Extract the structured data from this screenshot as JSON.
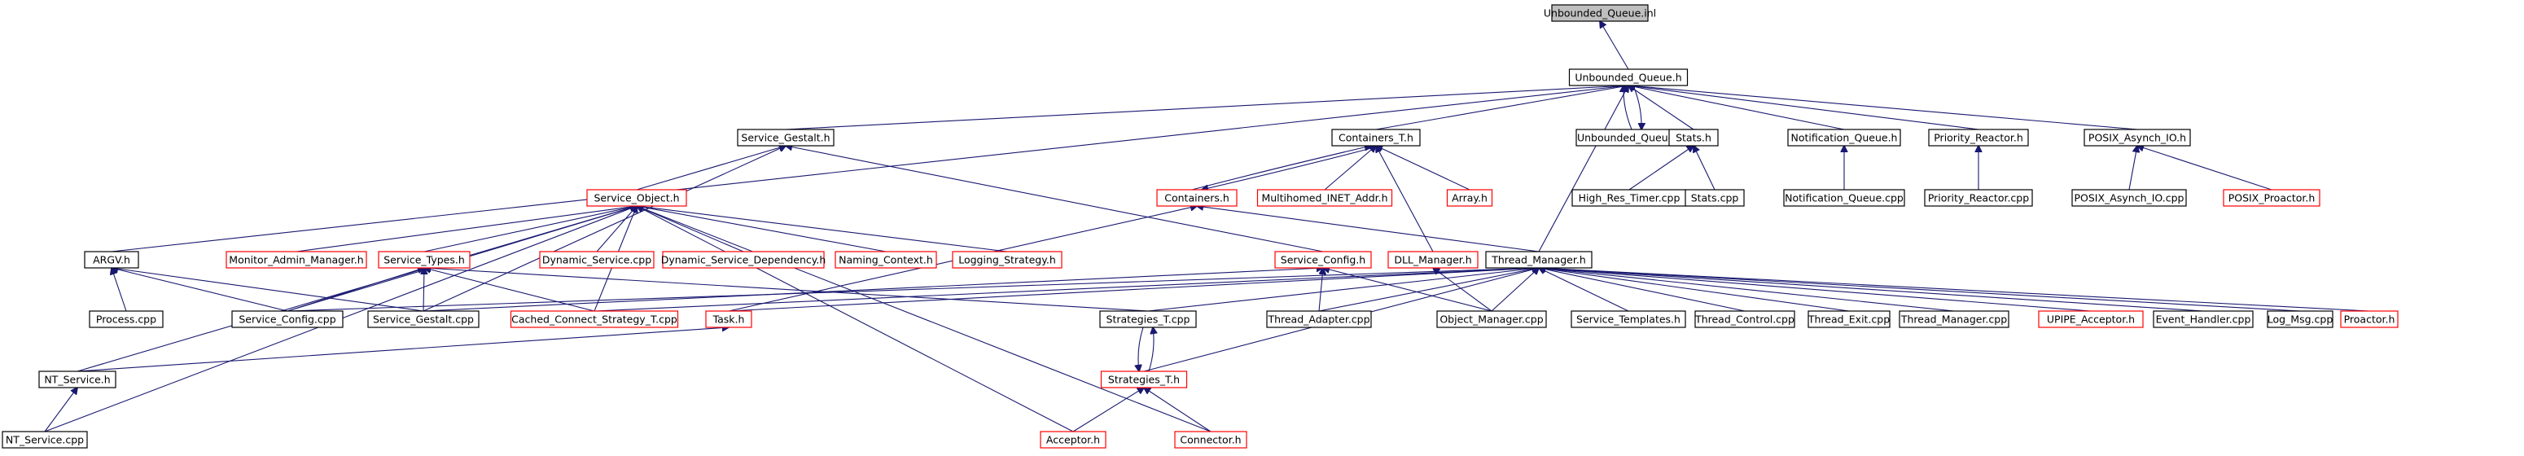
{
  "diagram": {
    "nodes": [
      {
        "id": "uq_inl",
        "label": "Unbounded_Queue.inl",
        "root": true
      },
      {
        "id": "uq_h",
        "label": "Unbounded_Queue.h"
      },
      {
        "id": "service_gestalt_h",
        "label": "Service_Gestalt.h"
      },
      {
        "id": "containers_t_h",
        "label": "Containers_T.h"
      },
      {
        "id": "uq_cpp",
        "label": "Unbounded_Queue.cpp"
      },
      {
        "id": "stats_h",
        "label": "Stats.h"
      },
      {
        "id": "notif_queue_h",
        "label": "Notification_Queue.h"
      },
      {
        "id": "priority_reactor_h",
        "label": "Priority_Reactor.h"
      },
      {
        "id": "posix_asynch_io_h",
        "label": "POSIX_Asynch_IO.h"
      },
      {
        "id": "service_object_h",
        "label": "Service_Object.h",
        "red": true
      },
      {
        "id": "containers_h",
        "label": "Containers.h",
        "red": true
      },
      {
        "id": "multihomed_h",
        "label": "Multihomed_INET_Addr.h",
        "red": true
      },
      {
        "id": "array_h",
        "label": "Array.h",
        "red": true
      },
      {
        "id": "high_res_timer_cpp",
        "label": "High_Res_Timer.cpp"
      },
      {
        "id": "stats_cpp",
        "label": "Stats.cpp"
      },
      {
        "id": "notif_queue_cpp",
        "label": "Notification_Queue.cpp"
      },
      {
        "id": "priority_reactor_cpp",
        "label": "Priority_Reactor.cpp"
      },
      {
        "id": "posix_asynch_io_cpp",
        "label": "POSIX_Asynch_IO.cpp"
      },
      {
        "id": "posix_proactor_h",
        "label": "POSIX_Proactor.h",
        "red": true
      },
      {
        "id": "argv_h",
        "label": "ARGV.h"
      },
      {
        "id": "monitor_admin_h",
        "label": "Monitor_Admin_Manager.h",
        "red": true
      },
      {
        "id": "service_types_h",
        "label": "Service_Types.h",
        "red": true
      },
      {
        "id": "dynamic_service_cpp",
        "label": "Dynamic_Service.cpp",
        "red": true
      },
      {
        "id": "dyn_svc_dep_h",
        "label": "Dynamic_Service_Dependency.h",
        "red": true
      },
      {
        "id": "naming_context_h",
        "label": "Naming_Context.h",
        "red": true
      },
      {
        "id": "logging_strategy_h",
        "label": "Logging_Strategy.h",
        "red": true
      },
      {
        "id": "service_config_h",
        "label": "Service_Config.h",
        "red": true
      },
      {
        "id": "dll_manager_h",
        "label": "DLL_Manager.h",
        "red": true
      },
      {
        "id": "thread_manager_h",
        "label": "Thread_Manager.h"
      },
      {
        "id": "process_cpp",
        "label": "Process.cpp"
      },
      {
        "id": "service_config_cpp",
        "label": "Service_Config.cpp"
      },
      {
        "id": "service_gestalt_cpp",
        "label": "Service_Gestalt.cpp"
      },
      {
        "id": "cached_connect_h",
        "label": "Cached_Connect_Strategy_T.cpp",
        "red": true
      },
      {
        "id": "task_h",
        "label": "Task.h",
        "red": true
      },
      {
        "id": "strategies_t_cpp",
        "label": "Strategies_T.cpp"
      },
      {
        "id": "thread_adapter_cpp",
        "label": "Thread_Adapter.cpp"
      },
      {
        "id": "object_manager_cpp",
        "label": "Object_Manager.cpp"
      },
      {
        "id": "service_templates_h",
        "label": "Service_Templates.h"
      },
      {
        "id": "thread_control_cpp",
        "label": "Thread_Control.cpp"
      },
      {
        "id": "thread_exit_cpp",
        "label": "Thread_Exit.cpp"
      },
      {
        "id": "thread_manager_cpp",
        "label": "Thread_Manager.cpp"
      },
      {
        "id": "upipe_acceptor_h",
        "label": "UPIPE_Acceptor.h",
        "red": true
      },
      {
        "id": "event_handler_cpp",
        "label": "Event_Handler.cpp"
      },
      {
        "id": "log_msg_cpp",
        "label": "Log_Msg.cpp"
      },
      {
        "id": "proactor_h",
        "label": "Proactor.h",
        "red": true
      },
      {
        "id": "nt_service_h",
        "label": "NT_Service.h"
      },
      {
        "id": "strategies_t_h",
        "label": "Strategies_T.h",
        "red": true
      },
      {
        "id": "nt_service_cpp",
        "label": "NT_Service.cpp"
      },
      {
        "id": "acceptor_h",
        "label": "Acceptor.h",
        "red": true
      },
      {
        "id": "connector_h",
        "label": "Connector.h",
        "red": true
      }
    ],
    "edges": [
      [
        "uq_h",
        "uq_inl"
      ],
      [
        "service_gestalt_h",
        "uq_h"
      ],
      [
        "containers_t_h",
        "uq_h"
      ],
      [
        "uq_cpp",
        "uq_h"
      ],
      [
        "uq_h",
        "uq_cpp"
      ],
      [
        "stats_h",
        "uq_h"
      ],
      [
        "notif_queue_h",
        "uq_h"
      ],
      [
        "priority_reactor_h",
        "uq_h"
      ],
      [
        "posix_asynch_io_h",
        "uq_h"
      ],
      [
        "thread_manager_h",
        "uq_h"
      ],
      [
        "argv_h",
        "uq_h"
      ],
      [
        "service_object_h",
        "service_gestalt_h"
      ],
      [
        "service_config_h",
        "service_gestalt_h"
      ],
      [
        "service_gestalt_cpp",
        "service_gestalt_h"
      ],
      [
        "containers_h",
        "containers_t_h"
      ],
      [
        "containers_t_h",
        "containers_h"
      ],
      [
        "multihomed_h",
        "containers_t_h"
      ],
      [
        "array_h",
        "containers_t_h"
      ],
      [
        "dll_manager_h",
        "containers_t_h"
      ],
      [
        "thread_manager_h",
        "containers_h"
      ],
      [
        "task_h",
        "containers_h"
      ],
      [
        "high_res_timer_cpp",
        "stats_h"
      ],
      [
        "stats_cpp",
        "stats_h"
      ],
      [
        "notif_queue_cpp",
        "notif_queue_h"
      ],
      [
        "priority_reactor_cpp",
        "priority_reactor_h"
      ],
      [
        "posix_asynch_io_cpp",
        "posix_asynch_io_h"
      ],
      [
        "posix_proactor_h",
        "posix_asynch_io_h"
      ],
      [
        "monitor_admin_h",
        "service_object_h"
      ],
      [
        "service_types_h",
        "service_object_h"
      ],
      [
        "dynamic_service_cpp",
        "service_object_h"
      ],
      [
        "dyn_svc_dep_h",
        "service_object_h"
      ],
      [
        "naming_context_h",
        "service_object_h"
      ],
      [
        "logging_strategy_h",
        "service_object_h"
      ],
      [
        "service_config_cpp",
        "service_object_h"
      ],
      [
        "cached_connect_h",
        "service_object_h"
      ],
      [
        "nt_service_h",
        "service_object_h"
      ],
      [
        "nt_service_cpp",
        "service_object_h"
      ],
      [
        "acceptor_h",
        "service_object_h"
      ],
      [
        "connector_h",
        "service_object_h"
      ],
      [
        "process_cpp",
        "argv_h"
      ],
      [
        "service_config_cpp",
        "argv_h"
      ],
      [
        "service_gestalt_cpp",
        "argv_h"
      ],
      [
        "service_config_cpp",
        "service_types_h"
      ],
      [
        "service_gestalt_cpp",
        "service_types_h"
      ],
      [
        "cached_connect_h",
        "service_types_h"
      ],
      [
        "strategies_t_cpp",
        "service_types_h"
      ],
      [
        "service_gestalt_cpp",
        "service_config_h"
      ],
      [
        "thread_adapter_cpp",
        "service_config_h"
      ],
      [
        "object_manager_cpp",
        "service_config_h"
      ],
      [
        "object_manager_cpp",
        "dll_manager_h"
      ],
      [
        "service_config_cpp",
        "thread_manager_h"
      ],
      [
        "cached_connect_h",
        "thread_manager_h"
      ],
      [
        "task_h",
        "thread_manager_h"
      ],
      [
        "strategies_t_cpp",
        "thread_manager_h"
      ],
      [
        "thread_adapter_cpp",
        "thread_manager_h"
      ],
      [
        "object_manager_cpp",
        "thread_manager_h"
      ],
      [
        "service_templates_h",
        "thread_manager_h"
      ],
      [
        "thread_control_cpp",
        "thread_manager_h"
      ],
      [
        "thread_exit_cpp",
        "thread_manager_h"
      ],
      [
        "thread_manager_cpp",
        "thread_manager_h"
      ],
      [
        "upipe_acceptor_h",
        "thread_manager_h"
      ],
      [
        "event_handler_cpp",
        "thread_manager_h"
      ],
      [
        "log_msg_cpp",
        "thread_manager_h"
      ],
      [
        "proactor_h",
        "thread_manager_h"
      ],
      [
        "strategies_t_h",
        "thread_manager_h"
      ],
      [
        "nt_service_h",
        "task_h"
      ],
      [
        "strategies_t_h",
        "strategies_t_cpp"
      ],
      [
        "strategies_t_cpp",
        "strategies_t_h"
      ],
      [
        "acceptor_h",
        "strategies_t_h"
      ],
      [
        "connector_h",
        "strategies_t_h"
      ],
      [
        "nt_service_cpp",
        "nt_service_h"
      ]
    ]
  }
}
